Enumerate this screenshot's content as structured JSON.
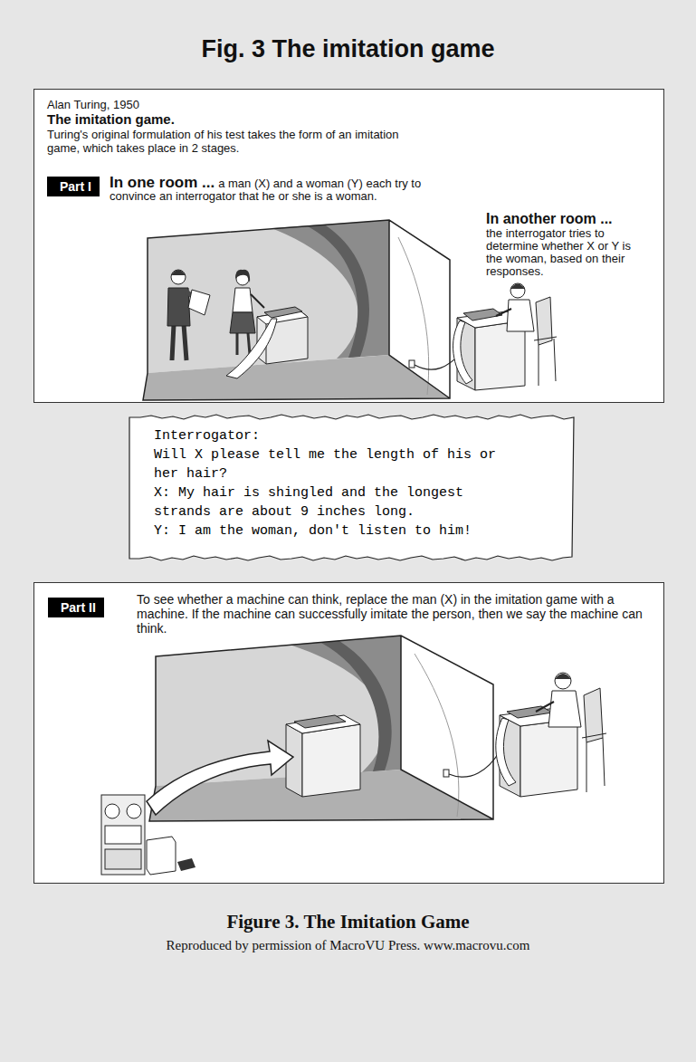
{
  "diagram": {
    "title": "Fig. 3 The imitation game",
    "caption": "Figure 3. The Imitation Game",
    "nodes": [
      {
        "text": [
          "Alan Turing, 1950",
          "The imitation game.",
          "Turing's original formulation of his test takes the form of an imitation game, which takes place in 2 stages.",
          "In one room ...",
          "a man (X) and a woman (Y) each try to convince an interrogator that he or she is a woman.",
          "In another room ...",
          "the interrogator tries to determine whether X or Y is the woman, based on their responses."
        ]
      },
      {
        "text": [
          "Part I"
        ],
        "in": 0
      },
      {
        "text": [
          "Interrogator:",
          "Will X please tell me the length of his or her hair?",
          "X: My hair is shingled and the longest strands are about 9 inches long.",
          "Y: I am the woman, don't listen to him!"
        ]
      },
      {
        "text": [
          "To see whether a machine can think, replace the man (X) in the imitation game with a machine. If the machine can successfully imitate the person, then we say the machine can think."
        ]
      },
      {
        "text": [
          "Part II"
        ],
        "in": 3
      }
    ],
    "labels": [
      "Reproduced by permission of MacroVU Press. www.macrovu.com"
    ]
  }
}
